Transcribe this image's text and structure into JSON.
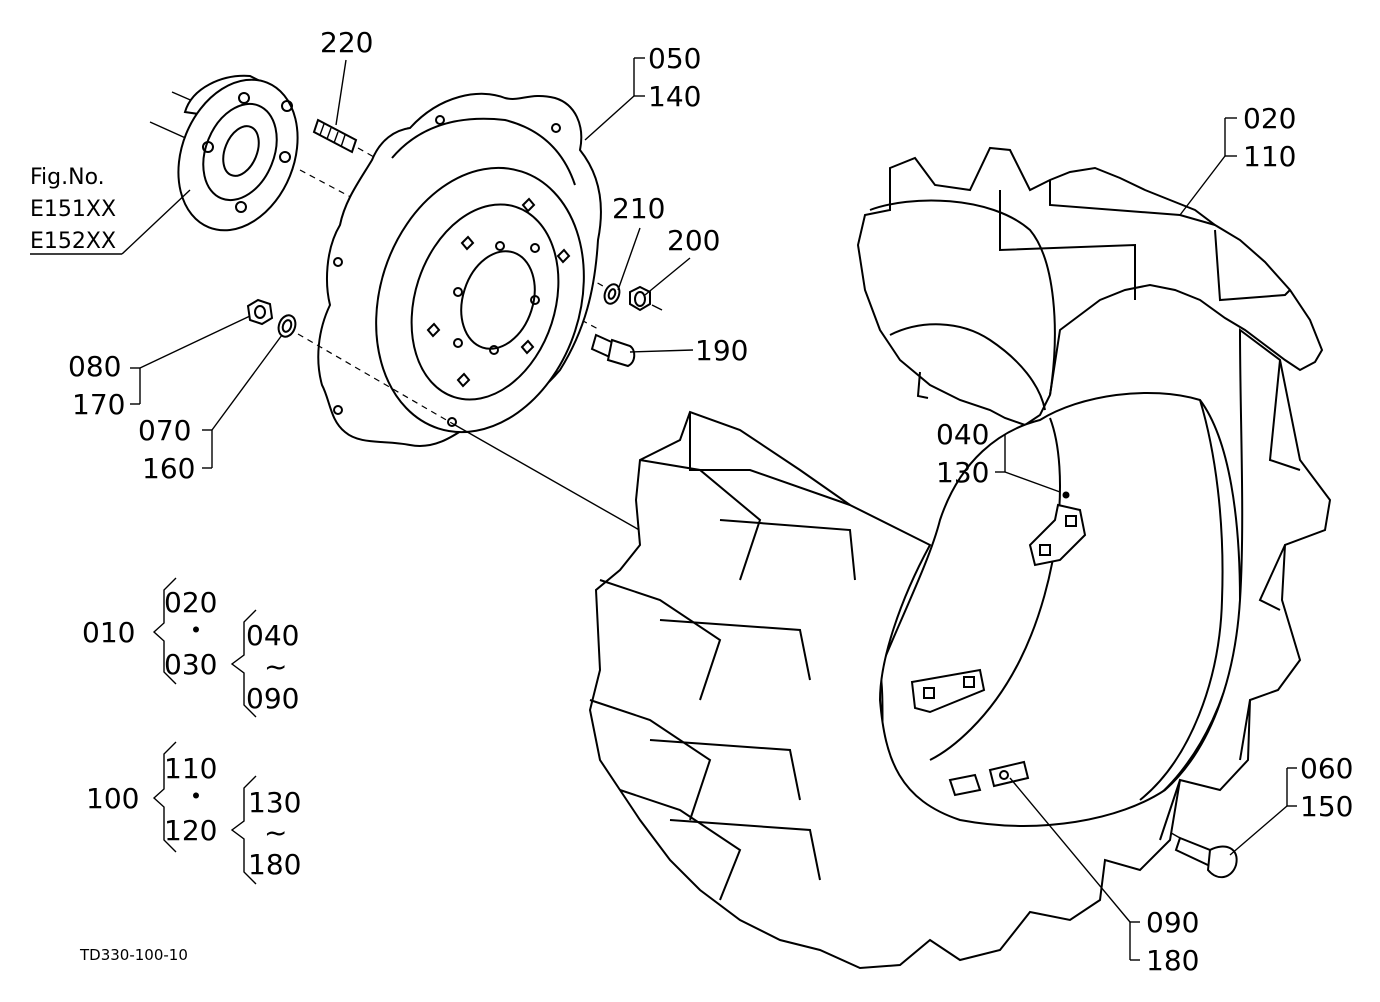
{
  "figure": {
    "fig_no_label": "Fig.No.",
    "fig_refs": [
      "E151XX",
      "E152XX"
    ],
    "code": "TD330-100-10"
  },
  "callouts": {
    "c220": "220",
    "c050": "050",
    "c140": "140",
    "c020": "020",
    "c110": "110",
    "c210": "210",
    "c200": "200",
    "c190": "190",
    "c080": "080",
    "c170": "170",
    "c070": "070",
    "c160": "160",
    "c040": "040",
    "c130": "130",
    "c060": "060",
    "c150": "150",
    "c090": "090",
    "c180": "180"
  },
  "assemblies": [
    {
      "parent": "010",
      "top": "020",
      "dot": "・",
      "bottom": "030",
      "range_start": "040",
      "range_sep": "~",
      "range_end": "090"
    },
    {
      "parent": "100",
      "top": "110",
      "dot": "・",
      "bottom": "120",
      "range_start": "130",
      "range_sep": "~",
      "range_end": "180"
    }
  ]
}
